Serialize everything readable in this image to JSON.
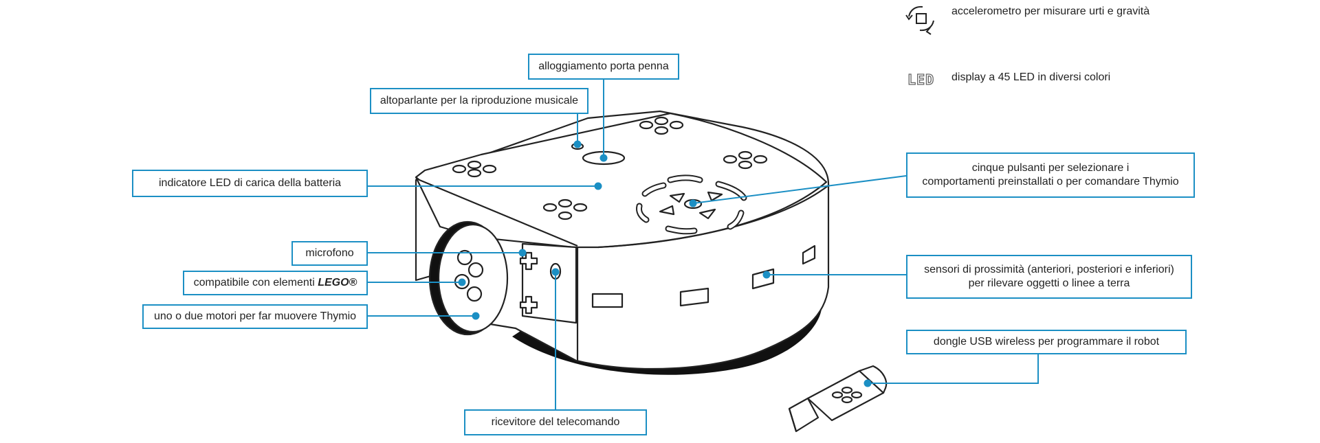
{
  "legend": {
    "accelerometer": {
      "icon": "rotate-arrows-square-icon",
      "text": "accelerometro per misurare urti e gravità"
    },
    "led": {
      "icon_text": "LED",
      "text": "display a 45 LED in diversi colori"
    }
  },
  "labels": {
    "pen_holder": "alloggiamento porta penna",
    "speaker": "altoparlante per la riproduzione musicale",
    "battery_led": "indicatore LED di carica della batteria",
    "microphone": "microfono",
    "lego_prefix": "compatibile con elementi",
    "lego_brand": "LEGO®",
    "motors": "uno o due motori per far muovere Thymio",
    "remote_receiver": "ricevitore del telecomando",
    "buttons_line1": "cinque pulsanti per selezionare i",
    "buttons_line2": "comportamenti preinstallati o per comandare Thymio",
    "sensors_line1": "sensori di prossimità (anteriori, posteriori e inferiori)",
    "sensors_line2": "per rilevare oggetti o linee a terra",
    "dongle": "dongle USB wireless per programmare il robot"
  },
  "colors": {
    "accent": "#1b8fc4",
    "outline": "#222222"
  }
}
